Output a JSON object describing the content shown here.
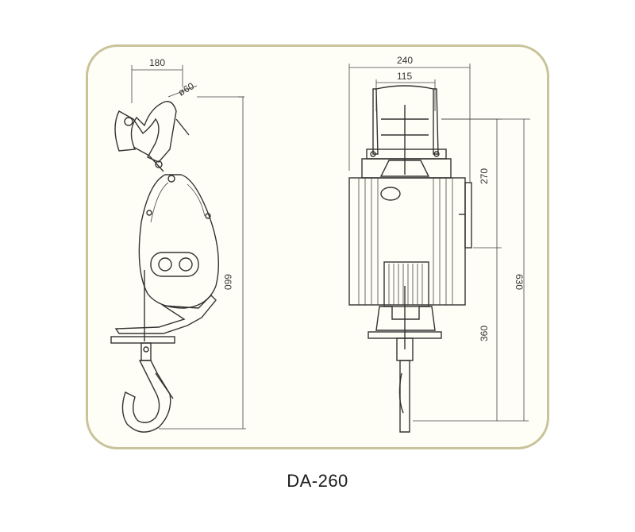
{
  "model": "DA-260",
  "side_view": {
    "width_dim": "180",
    "hook_dia": "ø60",
    "height_dim": "660"
  },
  "front_view": {
    "width_dim": "240",
    "inner_width_dim": "115",
    "upper_dim": "270",
    "lower_dim": "360",
    "total_dim": "630"
  },
  "colors": {
    "frame": "#c9c39a",
    "line": "#333333"
  }
}
